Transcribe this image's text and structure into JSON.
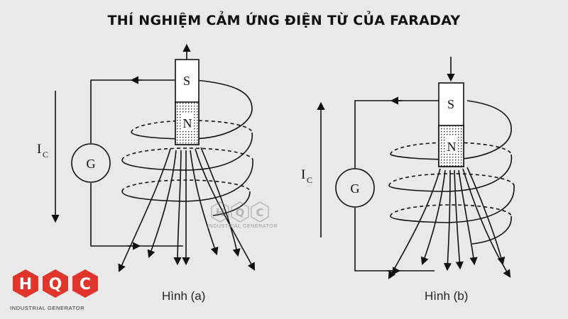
{
  "title": "THÍ NGHIỆM CẢM ỨNG ĐIỆN TỪ CỦA FARADAY",
  "figure_a": {
    "caption": "Hình (a)",
    "magnet_top": "S",
    "magnet_bottom": "N",
    "galvanometer": "G",
    "current_label": "I",
    "current_sub": "C"
  },
  "figure_b": {
    "caption": "Hình (b)",
    "magnet_top": "S",
    "magnet_bottom": "N",
    "galvanometer": "G",
    "current_label": "I",
    "current_sub": "C"
  },
  "logo": {
    "letters": [
      "H",
      "Q",
      "C"
    ],
    "subtitle": "INDUSTRIAL GENERATOR",
    "color": "#e0352b"
  },
  "watermark": {
    "letters": [
      "H",
      "Q",
      "C"
    ],
    "subtitle": "INDUSTRIAL GENERATOR"
  }
}
